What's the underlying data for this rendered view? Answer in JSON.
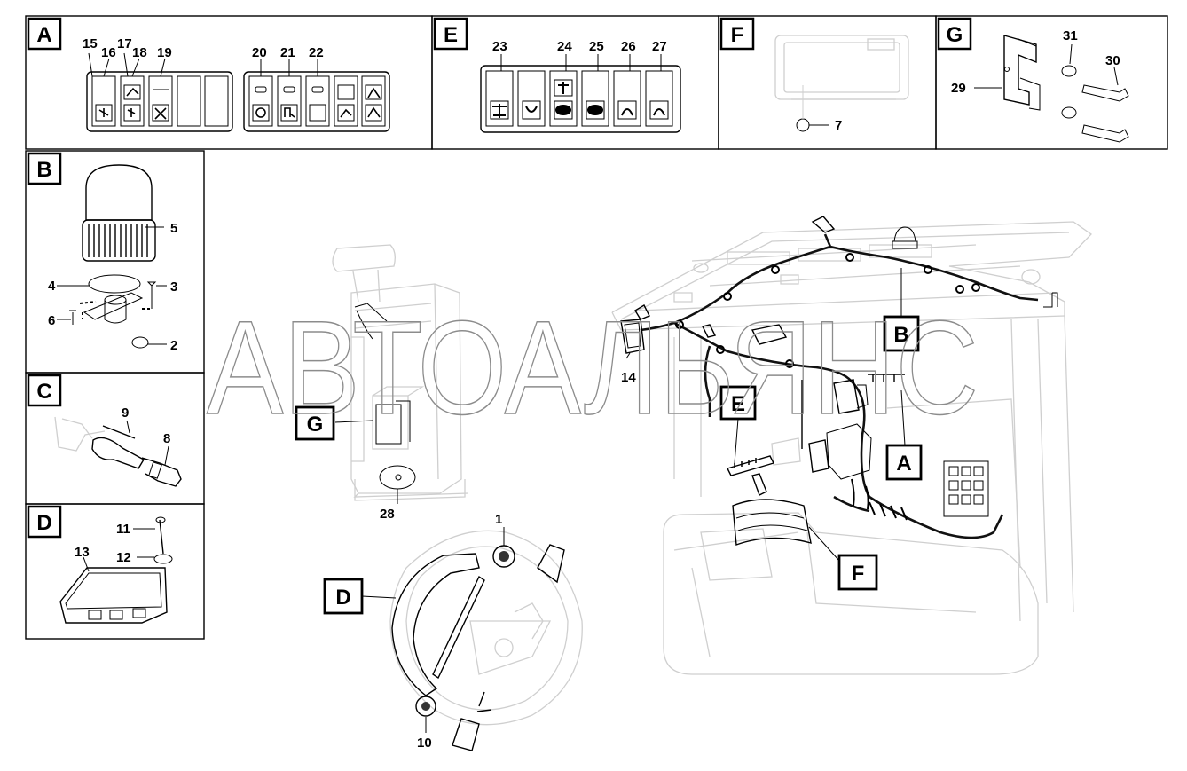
{
  "panels": [
    {
      "id": "A",
      "letter": "A"
    },
    {
      "id": "E",
      "letter": "E"
    },
    {
      "id": "F",
      "letter": "F"
    },
    {
      "id": "G",
      "letter": "G"
    },
    {
      "id": "B",
      "letter": "B"
    },
    {
      "id": "C",
      "letter": "C"
    },
    {
      "id": "D",
      "letter": "D"
    }
  ],
  "callouts": {
    "A": [
      "15",
      "16",
      "17",
      "18",
      "19",
      "20",
      "21",
      "22"
    ],
    "E": [
      "23",
      "24",
      "25",
      "26",
      "27"
    ],
    "F": [
      "7"
    ],
    "G": [
      "29",
      "30",
      "31"
    ],
    "B": [
      "5",
      "4",
      "3",
      "6",
      "2"
    ],
    "C": [
      "9",
      "8"
    ],
    "D": [
      "11",
      "12",
      "13"
    ],
    "main": [
      "1",
      "10",
      "14",
      "28"
    ]
  },
  "main_markers": [
    "B",
    "E",
    "A",
    "G",
    "F",
    "D"
  ],
  "watermark": "АВТОАЛЬЯНС",
  "colors": {
    "ink": "#000000",
    "ghost": "#cfcfcf",
    "watermark": "#8c8c8c"
  }
}
